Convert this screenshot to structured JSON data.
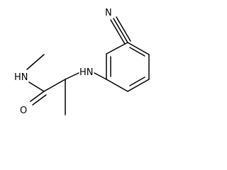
{
  "molecule": {
    "atoms": {
      "cyano_n": "N",
      "amine": "HN",
      "amide_nh": "HN",
      "carbonyl_o": "O"
    }
  },
  "colors": {
    "stroke": "#000000",
    "background": "#ffffff"
  }
}
